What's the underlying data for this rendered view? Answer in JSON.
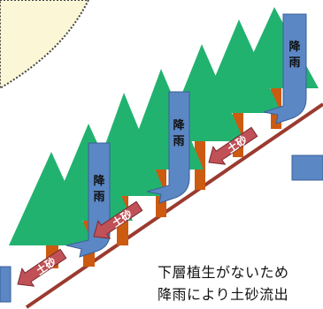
{
  "diagram": {
    "rain_label": "降雨",
    "sediment_label": "土砂",
    "caption_line1": "下層植生がないため",
    "caption_line2": "降雨により土砂流出"
  },
  "colors": {
    "bubble_fill": "#fbf7d6",
    "tree_green": "#22b26f",
    "trunk_orange": "#cc5a10",
    "rain_arrow": "#5b87c4",
    "sediment_arrow": "#c05157",
    "slope_line": "#9b3a2f",
    "box_fill": "#5b87c4"
  }
}
